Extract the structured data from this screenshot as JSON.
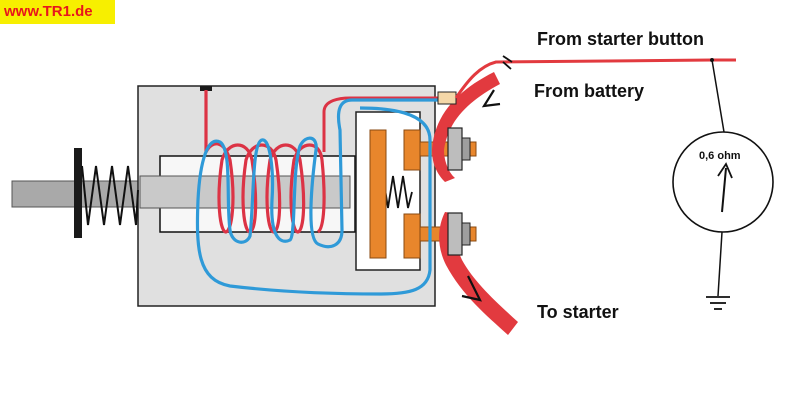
{
  "site_label": "www.TR1.de",
  "labels": {
    "from_starter_button": "From starter button",
    "from_battery": "From battery",
    "to_starter": "To starter"
  },
  "meter": {
    "reading": "0,6 ohm"
  },
  "colors": {
    "site_badge_bg": "#f7ef00",
    "site_text": "#e8161c",
    "wire_red": "#e23a3f",
    "coil_red": "#dc3345",
    "coil_blue": "#2f9ad8",
    "housing": "#e0e0e0",
    "contact_orange": "#e8862c"
  }
}
